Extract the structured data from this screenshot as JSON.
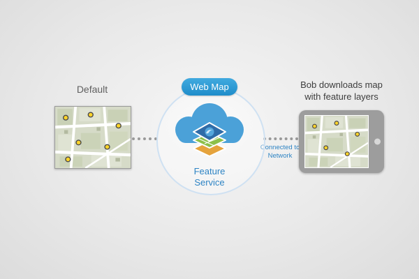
{
  "diagram": {
    "left_panel": {
      "label": "Default"
    },
    "center": {
      "badge": "Web Map",
      "service_label": "Feature Service"
    },
    "link": {
      "label": "Connected to Network"
    },
    "right_panel": {
      "label": "Bob downloads map with feature layers"
    }
  },
  "colors": {
    "badge_blue": "#2d9fd8",
    "cloud_blue": "#4ba1d8",
    "accent_text_blue": "#2e84c4",
    "circle_outline": "#cfe1f2",
    "marker_yellow": "#ffd42a",
    "layer_green": "#8cc04a",
    "layer_orange": "#e5a33c",
    "layer_dark_blue": "#2f6ca8",
    "tablet_gray": "#9d9d9d",
    "dotted_gray": "#999999"
  }
}
